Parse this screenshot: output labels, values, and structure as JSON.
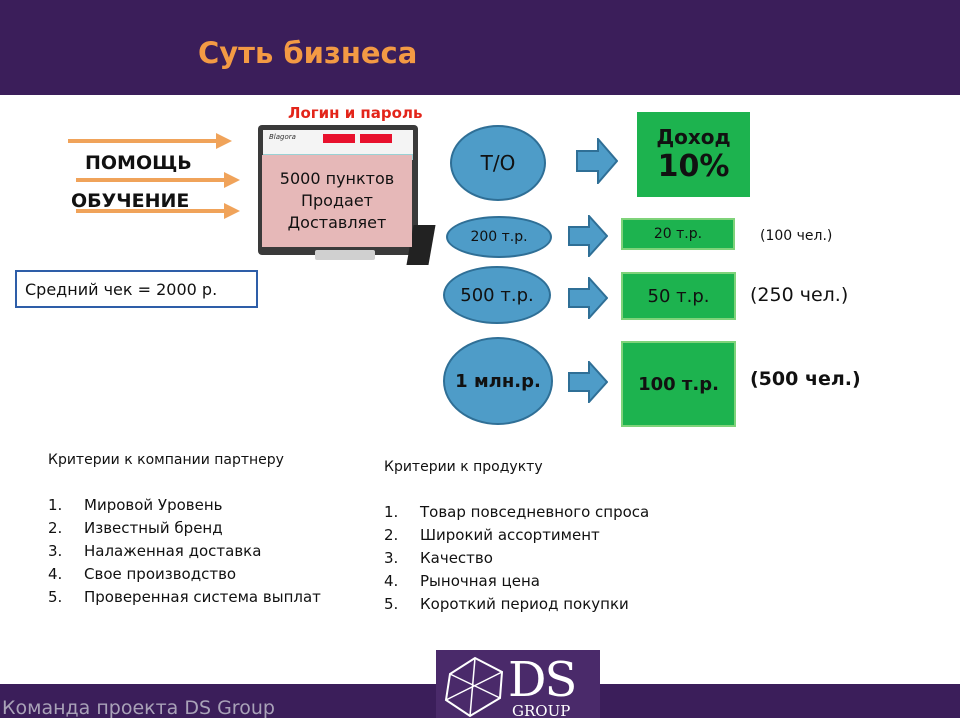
{
  "header": {
    "title": "Суть бизнеса"
  },
  "left": {
    "help": "ПОМОЩЬ",
    "training": "ОБУЧЕНИЕ",
    "avg_check": "Средний чек = 2000 р."
  },
  "monitor": {
    "login_label": "Логин и пароль",
    "screen_logo": "Blagora",
    "lines": [
      "5000 пунктов",
      "Продает",
      "Доставляет"
    ]
  },
  "flow": {
    "to_label": "Т/О",
    "income_label": "Доход",
    "income_pct": "10%",
    "rows": [
      {
        "turnover": "200 т.р.",
        "income": "20 т.р.",
        "people": "(100 чел.)"
      },
      {
        "turnover": "500 т.р.",
        "income": "50 т.р.",
        "people": "(250 чел.)"
      },
      {
        "turnover": "1 млн.р.",
        "income": "100 т.р.",
        "people": "(500 чел.)"
      }
    ]
  },
  "criteria_partner": {
    "heading": "Критерии к компании партнеру",
    "items": [
      {
        "num": "1.",
        "text": "Мировой Уровень"
      },
      {
        "num": "2.",
        "text": "Известный бренд"
      },
      {
        "num": "3.",
        "text": "Налаженная доставка"
      },
      {
        "num": "4.",
        "text": "Свое производство"
      },
      {
        "num": "5.",
        "text": "Проверенная система выплат"
      }
    ]
  },
  "criteria_product": {
    "heading": "Критерии к продукту",
    "items": [
      {
        "num": "1.",
        "text": "Товар повседневного спроса"
      },
      {
        "num": "2.",
        "text": "Широкий ассортимент"
      },
      {
        "num": "3.",
        "text": "Качество"
      },
      {
        "num": "4.",
        "text": "Рыночная цена"
      },
      {
        "num": "5.",
        "text": "Короткий период покупки"
      }
    ]
  },
  "footer": {
    "text": "Команда проекта DS Group",
    "logo_main": "DS",
    "logo_sub": "GROUP"
  },
  "colors": {
    "header_bg": "#3b1e5a",
    "title": "#f39a44",
    "arrow": "#f0a35a",
    "ellipse": "#4e9cc8",
    "green": "#1db34f",
    "block_arrow": "#4e9cc8"
  }
}
